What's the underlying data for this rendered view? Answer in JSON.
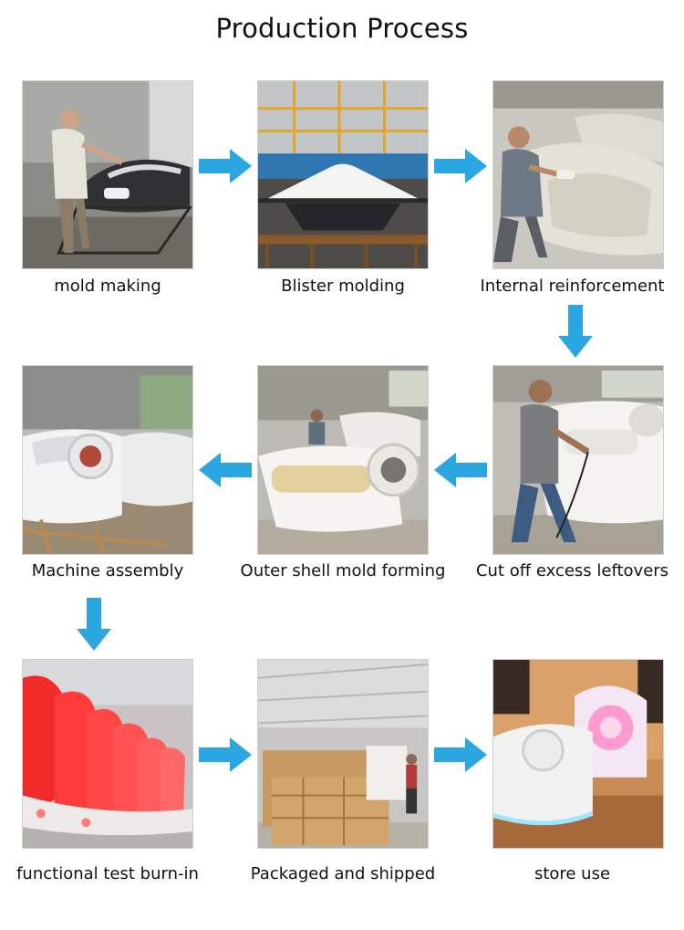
{
  "title": "Production Process",
  "accent_color": "#2aa6e0",
  "steps": [
    {
      "label": "mold making"
    },
    {
      "label": "Blister molding"
    },
    {
      "label": "Internal reinforcement"
    },
    {
      "label": "Cut off excess leftovers"
    },
    {
      "label": "Outer shell mold forming"
    },
    {
      "label": "Machine assembly"
    },
    {
      "label": "functional test burn-in"
    },
    {
      "label": "Packaged and shipped"
    },
    {
      "label": "store use"
    }
  ],
  "arrows": [
    {
      "icon": "arrow-right-icon"
    },
    {
      "icon": "arrow-right-icon"
    },
    {
      "icon": "arrow-down-icon"
    },
    {
      "icon": "arrow-left-icon"
    },
    {
      "icon": "arrow-left-icon"
    },
    {
      "icon": "arrow-down-icon"
    },
    {
      "icon": "arrow-right-icon"
    },
    {
      "icon": "arrow-right-icon"
    }
  ]
}
